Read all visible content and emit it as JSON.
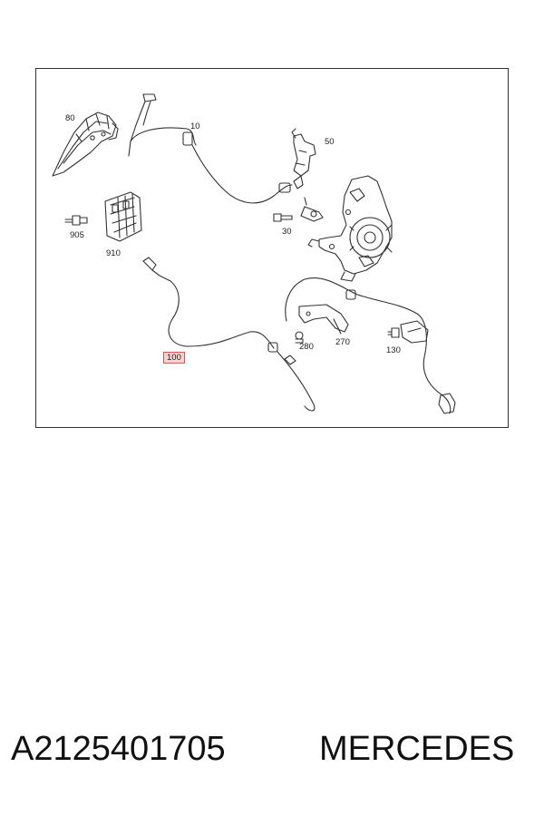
{
  "diagram": {
    "callouts": [
      {
        "id": "80",
        "label": "80"
      },
      {
        "id": "10",
        "label": "10"
      },
      {
        "id": "50",
        "label": "50"
      },
      {
        "id": "905",
        "label": "905"
      },
      {
        "id": "910",
        "label": "910"
      },
      {
        "id": "30",
        "label": "30"
      },
      {
        "id": "100",
        "label": "100",
        "highlighted": true
      },
      {
        "id": "280",
        "label": "280"
      },
      {
        "id": "270",
        "label": "270"
      },
      {
        "id": "130",
        "label": "130"
      }
    ],
    "highlight_color": "#d8564f",
    "line_color": "#333333"
  },
  "footer": {
    "part_number": "A2125401705",
    "brand": "MERCEDES"
  }
}
